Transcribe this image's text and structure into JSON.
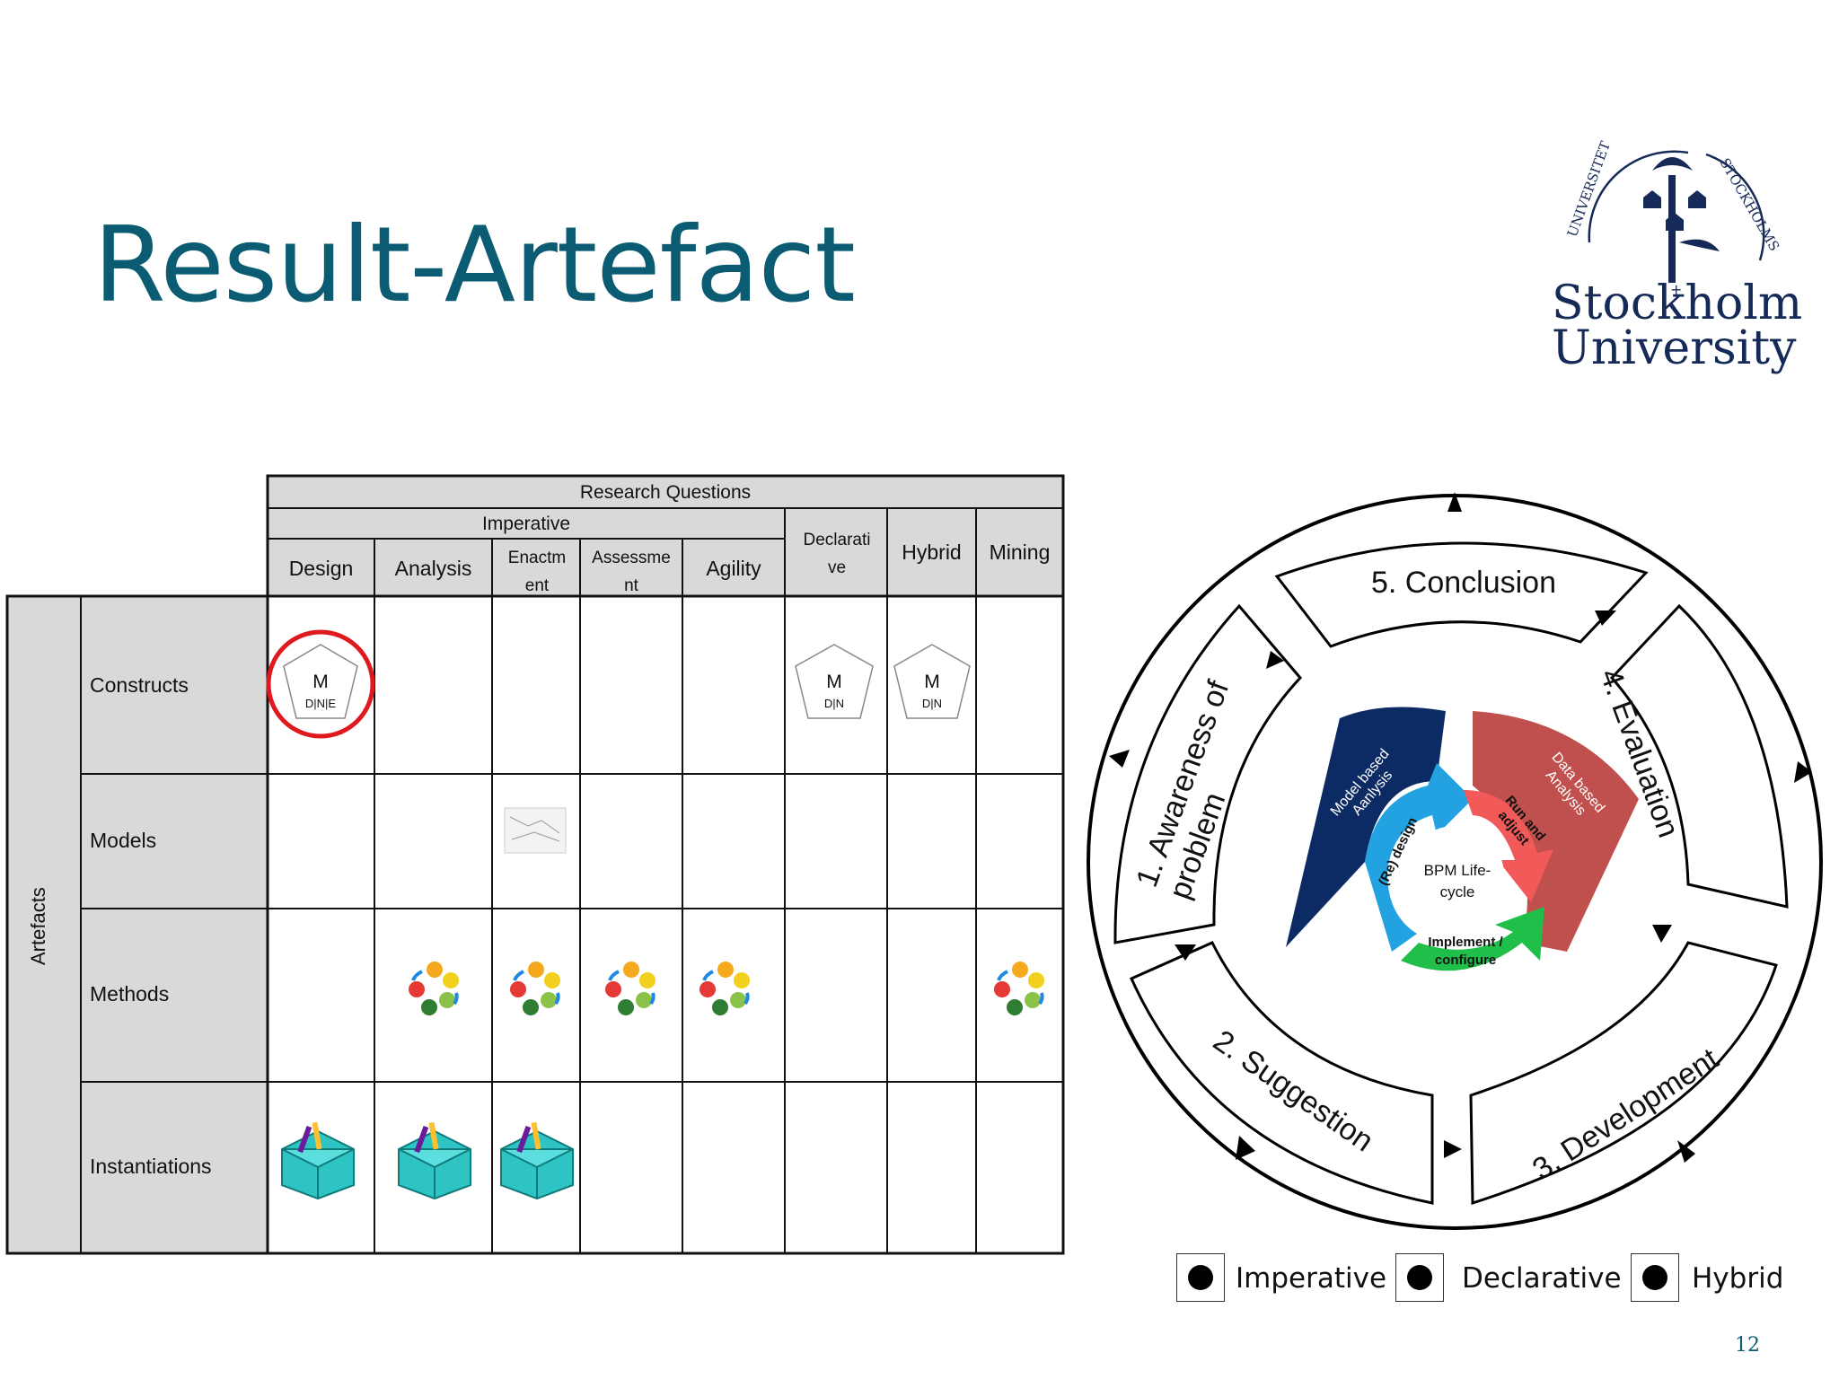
{
  "slide": {
    "title": "Result-Artefact",
    "page_number": "12"
  },
  "logo": {
    "line1": "Stockholm",
    "line2": "University",
    "seal_text": "UNIVERSITET STOCKHOLMS"
  },
  "table": {
    "top_header": "Research Questions",
    "imperative_header": "Imperative",
    "columns": [
      "Design",
      "Analysis",
      "Enactm ent",
      "Assessme nt",
      "Agility",
      "Declarati ve",
      "Hybrid",
      "Mining"
    ],
    "side_header": "Artefacts",
    "rows": [
      "Constructs",
      "Models",
      "Methods",
      "Instantiations"
    ],
    "construct_marks": [
      {
        "col": "Design",
        "letter": "M",
        "sub": "D|N|E",
        "highlighted": true
      },
      {
        "col": "Declarati ve",
        "letter": "M",
        "sub": "D|N",
        "highlighted": false
      },
      {
        "col": "Hybrid",
        "letter": "M",
        "sub": "D|N",
        "highlighted": false
      }
    ],
    "highlight_color": "#e0191f"
  },
  "cycle": {
    "phases": [
      "5. Conclusion",
      "4. Evaluation",
      "3. Development",
      "2. Suggestion",
      "1. Awareness of problem"
    ],
    "inner": {
      "center": [
        "BPM Life-",
        "cycle"
      ],
      "model_based": [
        "Model based",
        "Aanlysis"
      ],
      "data_based": [
        "Data based",
        "Analysis"
      ],
      "run_adjust": [
        "Run and",
        "adjust"
      ],
      "redesign": "(Re) design",
      "implement": [
        "Implement /",
        "configure"
      ]
    },
    "colors": {
      "model_based": "#0c2a64",
      "data_based": "#c0504d",
      "redesign": "#22a2e0",
      "run_adjust": "#f25a5a",
      "implement": "#1fbf4a"
    }
  },
  "legend": [
    "Imperative",
    "Declarative",
    "Hybrid"
  ]
}
